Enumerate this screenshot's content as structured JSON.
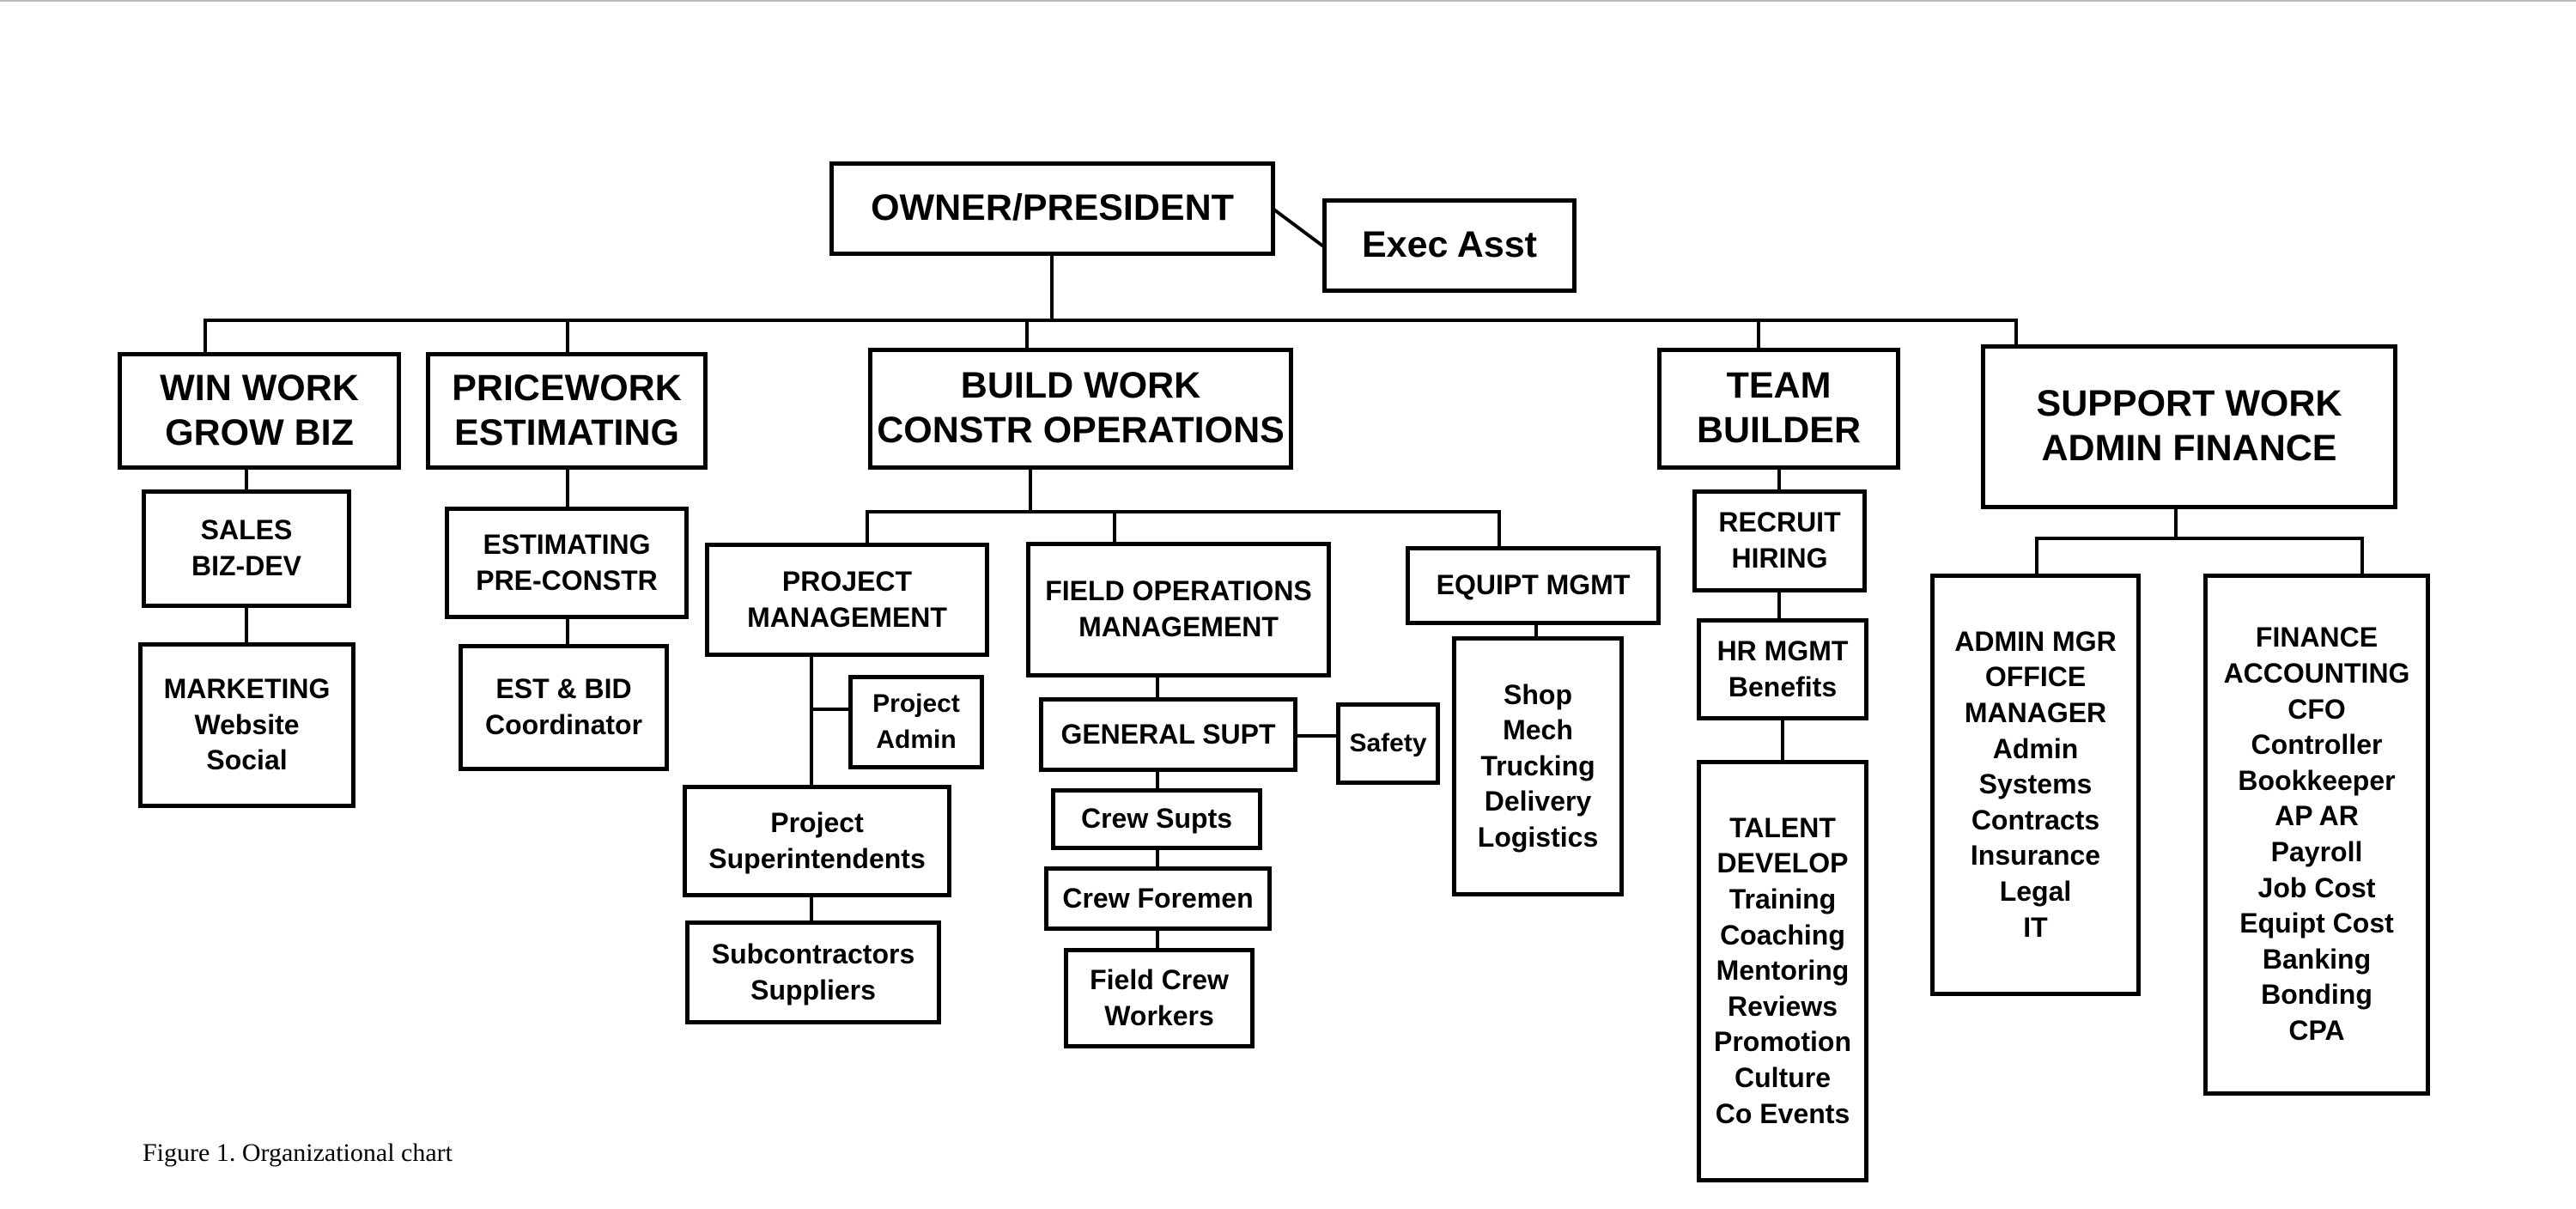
{
  "diagram": {
    "nodes": [
      {
        "id": "owner",
        "lines": [
          "OWNER/PRESIDENT"
        ]
      },
      {
        "id": "exec-asst",
        "lines": [
          "Exec Asst"
        ]
      },
      {
        "id": "win-work",
        "lines": [
          "WIN WORK",
          "GROW BIZ"
        ]
      },
      {
        "id": "pricework",
        "lines": [
          "PRICEWORK",
          "ESTIMATING"
        ]
      },
      {
        "id": "build-work",
        "lines": [
          "BUILD WORK",
          "CONSTR OPERATIONS"
        ]
      },
      {
        "id": "team-builder",
        "lines": [
          "TEAM",
          "BUILDER"
        ]
      },
      {
        "id": "support-work",
        "lines": [
          "SUPPORT WORK",
          "ADMIN FINANCE"
        ]
      },
      {
        "id": "sales",
        "lines": [
          "SALES",
          "BIZ-DEV"
        ]
      },
      {
        "id": "marketing",
        "lines": [
          "MARKETING",
          "Website",
          "Social"
        ]
      },
      {
        "id": "estimating",
        "lines": [
          "ESTIMATING",
          "PRE-CONSTR"
        ]
      },
      {
        "id": "est-bid",
        "lines": [
          "EST & BID",
          "Coordinator"
        ]
      },
      {
        "id": "project-mgmt",
        "lines": [
          "PROJECT",
          "MANAGEMENT"
        ]
      },
      {
        "id": "project-admin",
        "lines": [
          "Project",
          "Admin"
        ]
      },
      {
        "id": "project-supts",
        "lines": [
          "Project",
          "Superintendents"
        ]
      },
      {
        "id": "subcontractors",
        "lines": [
          "Subcontractors",
          "Suppliers"
        ]
      },
      {
        "id": "field-ops",
        "lines": [
          "FIELD OPERATIONS",
          "MANAGEMENT"
        ]
      },
      {
        "id": "general-supt",
        "lines": [
          "GENERAL SUPT"
        ]
      },
      {
        "id": "safety",
        "lines": [
          "Safety"
        ]
      },
      {
        "id": "crew-supts",
        "lines": [
          "Crew Supts"
        ]
      },
      {
        "id": "crew-foremen",
        "lines": [
          "Crew Foremen"
        ]
      },
      {
        "id": "field-crew",
        "lines": [
          "Field Crew",
          "Workers"
        ]
      },
      {
        "id": "equipt-mgmt",
        "lines": [
          "EQUIPT MGMT"
        ]
      },
      {
        "id": "shop",
        "lines": [
          "Shop",
          "Mech",
          "Trucking",
          "Delivery",
          "Logistics"
        ]
      },
      {
        "id": "recruit",
        "lines": [
          "RECRUIT",
          "HIRING"
        ]
      },
      {
        "id": "hr-mgmt",
        "lines": [
          "HR MGMT",
          "Benefits"
        ]
      },
      {
        "id": "talent",
        "lines": [
          "TALENT",
          "DEVELOP",
          "Training",
          "Coaching",
          "Mentoring",
          "Reviews",
          "Promotion",
          "Culture",
          "Co Events"
        ]
      },
      {
        "id": "admin-mgr",
        "lines": [
          "ADMIN MGR",
          "OFFICE",
          "MANAGER",
          "Admin",
          "Systems",
          "Contracts",
          "Insurance",
          "Legal",
          "IT"
        ]
      },
      {
        "id": "finance",
        "lines": [
          "FINANCE",
          "ACCOUNTING",
          "CFO",
          "Controller",
          "Bookkeeper",
          "AP AR",
          "Payroll",
          "Job Cost",
          "Equipt Cost",
          "Banking",
          "Bonding",
          "CPA"
        ]
      }
    ],
    "edges": [
      [
        "owner",
        "exec-asst"
      ],
      [
        "owner",
        "win-work"
      ],
      [
        "owner",
        "pricework"
      ],
      [
        "owner",
        "build-work"
      ],
      [
        "owner",
        "team-builder"
      ],
      [
        "owner",
        "support-work"
      ],
      [
        "win-work",
        "sales"
      ],
      [
        "sales",
        "marketing"
      ],
      [
        "pricework",
        "estimating"
      ],
      [
        "estimating",
        "est-bid"
      ],
      [
        "build-work",
        "project-mgmt"
      ],
      [
        "build-work",
        "field-ops"
      ],
      [
        "build-work",
        "equipt-mgmt"
      ],
      [
        "project-mgmt",
        "project-admin"
      ],
      [
        "project-mgmt",
        "project-supts"
      ],
      [
        "project-supts",
        "subcontractors"
      ],
      [
        "field-ops",
        "general-supt"
      ],
      [
        "general-supt",
        "safety"
      ],
      [
        "general-supt",
        "crew-supts"
      ],
      [
        "crew-supts",
        "crew-foremen"
      ],
      [
        "crew-foremen",
        "field-crew"
      ],
      [
        "equipt-mgmt",
        "shop"
      ],
      [
        "team-builder",
        "recruit"
      ],
      [
        "recruit",
        "hr-mgmt"
      ],
      [
        "hr-mgmt",
        "talent"
      ],
      [
        "support-work",
        "admin-mgr"
      ],
      [
        "support-work",
        "finance"
      ]
    ]
  },
  "caption": "Figure 1. Organizational chart"
}
